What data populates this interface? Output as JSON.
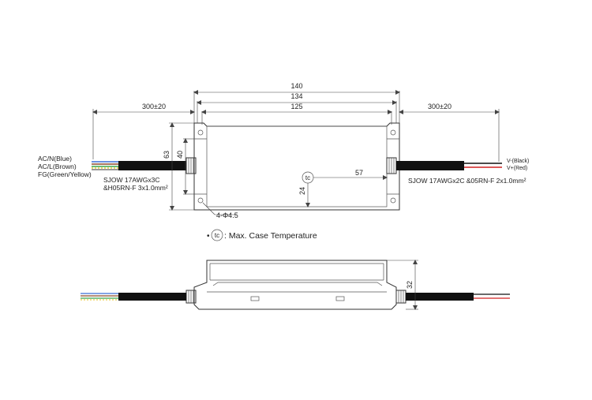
{
  "top_view": {
    "dim_total_length": "140",
    "dim_body_length": "134",
    "dim_inner_length": "125",
    "dim_left_cable": "300±20",
    "dim_right_cable": "300±20",
    "dim_height_outer": "63",
    "dim_height_inner": "40",
    "dim_tc_x": "57",
    "dim_tc_y": "24",
    "hole_spec": "4-Φ4.5",
    "tc_symbol": "tc",
    "left_wires": [
      "AC/N(Blue)",
      "AC/L(Brown)",
      "FG(Green/Yellow)"
    ],
    "left_cable_spec_1": "SJOW 17AWGx3C",
    "left_cable_spec_2": "&H05RN-F 3x1.0mm²",
    "right_wires": [
      "V-(Black)",
      "V+(Red)"
    ],
    "right_cable_spec": "SJOW 17AWGx2C &05RN-F 2x1.0mm²"
  },
  "legend": {
    "bullet": "•",
    "symbol": "tc",
    "text": ": Max. Case Temperature"
  },
  "side_view": {
    "dim_height": "32"
  },
  "colors": {
    "blue_wire": "#3a6fd8",
    "brown_wire": "#8b4a2b",
    "green_wire": "#3aa34a",
    "yellow_wire": "#e8c21a",
    "black_wire": "#111111",
    "red_wire": "#d22020",
    "cable": "#111111"
  }
}
